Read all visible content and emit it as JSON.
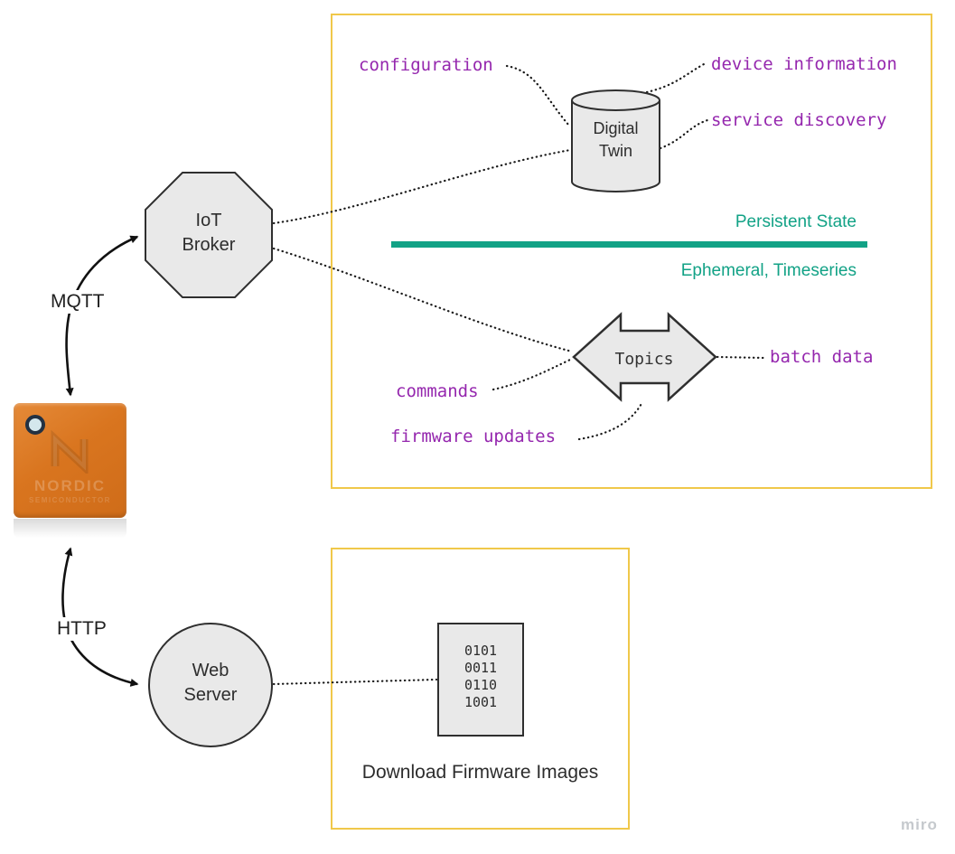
{
  "nodes": {
    "device_chip": {
      "brand": "NORDIC",
      "brand_sub": "SEMICONDUCTOR"
    },
    "iot_broker": {
      "line1": "IoT",
      "line2": "Broker"
    },
    "web_server": {
      "line1": "Web",
      "line2": "Server"
    },
    "digital_twin": {
      "line1": "Digital",
      "line2": "Twin"
    },
    "topics": {
      "label": "Topics"
    },
    "firmware_binary": {
      "lines": [
        "0101",
        "0011",
        "0110",
        "1001"
      ]
    }
  },
  "protocol_labels": {
    "mqtt": "MQTT",
    "http": "HTTP"
  },
  "cloud_section": {
    "persistent_label": "Persistent State",
    "ephemeral_label": "Ephemeral, Timeseries",
    "topic_labels": {
      "configuration": "configuration",
      "device_information": "device information",
      "service_discovery": "service discovery",
      "batch_data": "batch data",
      "commands": "commands",
      "firmware_updates": "firmware updates"
    }
  },
  "firmware_section": {
    "caption": "Download Firmware Images"
  },
  "watermark": "miro",
  "colors": {
    "box_border_yellow": "#f0c84a",
    "teal": "#12a286",
    "topic_purple": "#9527ae",
    "node_fill": "#e9e9e9",
    "node_stroke": "#2f2f2f",
    "chip_orange": "#d9751f",
    "connector_black": "#1a1a1a",
    "watermark_gray": "#c5c9cd"
  }
}
